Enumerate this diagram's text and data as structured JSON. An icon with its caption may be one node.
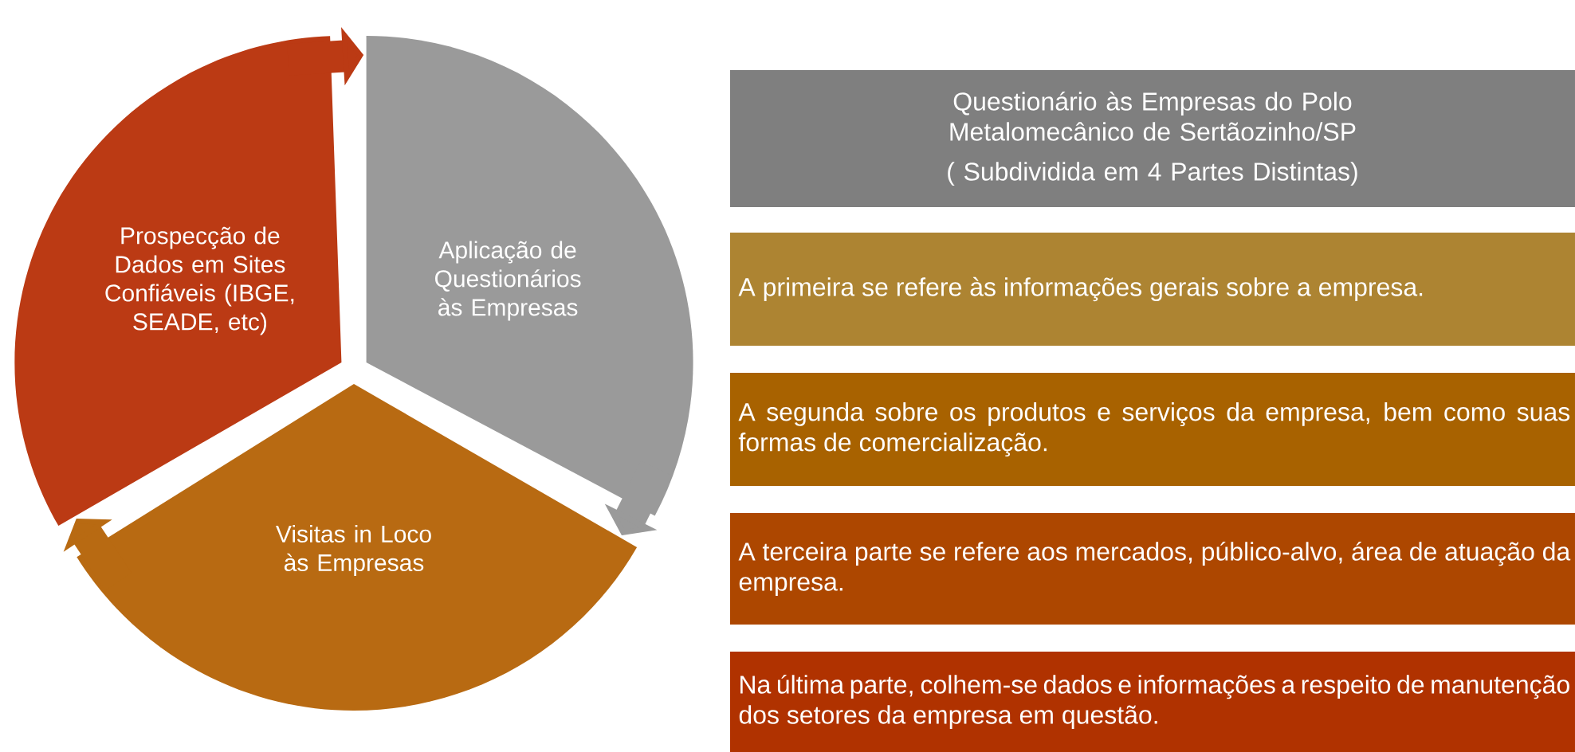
{
  "diagram": {
    "nodes": [
      {
        "text": [
          "Prospecção de Dados em Sites Confiáveis (IBGE, SEADE, etc)"
        ]
      },
      {
        "text": [
          "Aplicação de Questionários às Empresas"
        ]
      },
      {
        "text": [
          "Visitas in Loco às Empresas"
        ]
      },
      {
        "text": [
          "Questionário às Empresas do Polo Metalomecânico de Sertãozinho/SP",
          "( Subdividida em 4 Partes Distintas)"
        ]
      },
      {
        "text": [
          "A primeira se refere às informações gerais sobre a empresa."
        ]
      },
      {
        "text": [
          "A segunda sobre os produtos e serviços da empresa, bem como suas formas de comercialização."
        ]
      },
      {
        "text": [
          "A terceira parte se refere aos mercados, público-alvo, área de atuação da empresa."
        ]
      },
      {
        "text": [
          "Na última parte, colhem-se dados e informações a respeito de manutenção dos setores da empresa em questão."
        ]
      }
    ],
    "edges": [
      {
        "from": 0,
        "to": 1,
        "arrow": "to",
        "color": "#bb3a14"
      },
      {
        "from": 1,
        "to": 2,
        "arrow": "to",
        "color": "#9a9a9a"
      },
      {
        "from": 2,
        "to": 0,
        "arrow": "to",
        "color": "#b86a12"
      }
    ]
  }
}
